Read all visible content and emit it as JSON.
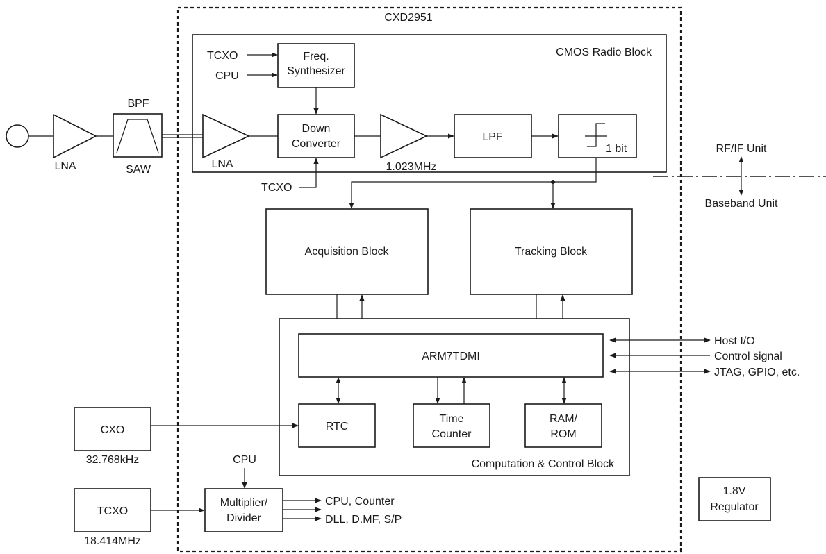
{
  "chip": {
    "name": "CXD2951"
  },
  "radio": {
    "title": "CMOS Radio Block",
    "tcxo_in": "TCXO",
    "cpu_in": "CPU",
    "synth_line1": "Freq.",
    "synth_line2": "Synthesizer",
    "lna": "LNA",
    "down_line1": "Down",
    "down_line2": "Converter",
    "tcxo_bottom": "TCXO",
    "if_freq": "1.023MHz",
    "lpf": "LPF",
    "adc": "1 bit"
  },
  "frontend": {
    "lna": "LNA",
    "bpf": "BPF",
    "saw": "SAW"
  },
  "units": {
    "rf": "RF/IF Unit",
    "baseband": "Baseband Unit"
  },
  "acquisition": {
    "label": "Acquisition Block"
  },
  "tracking": {
    "label": "Tracking Block"
  },
  "computation": {
    "title": "Computation & Control Block",
    "arm": "ARM7TDMI",
    "rtc": "RTC",
    "time_line1": "Time",
    "time_line2": "Counter",
    "ram_line1": "RAM/",
    "ram_line2": "ROM"
  },
  "io": {
    "host": "Host  I/O",
    "control": "Control signal",
    "jtag": "JTAG, GPIO, etc."
  },
  "clocks": {
    "cxo": "CXO",
    "cxo_freq": "32.768kHz",
    "tcxo": "TCXO",
    "tcxo_freq": "18.414MHz",
    "cpu": "CPU",
    "mult_line1": "Multiplier/",
    "mult_line2": "Divider",
    "out1": "CPU, Counter",
    "out2": "DLL, D.MF, S/P"
  },
  "regulator": {
    "line1": "1.8V",
    "line2": "Regulator"
  }
}
